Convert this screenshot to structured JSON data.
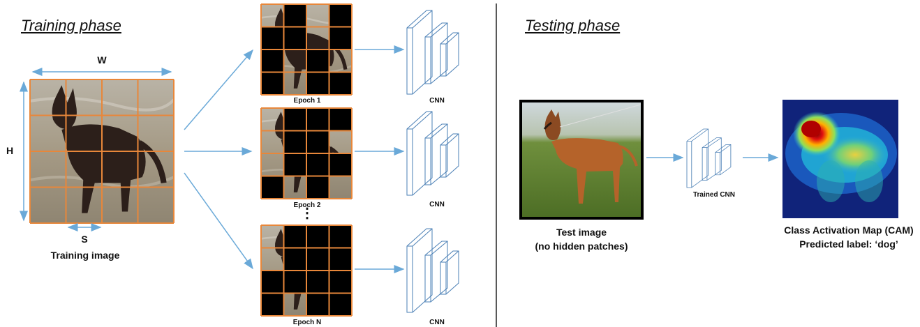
{
  "training": {
    "phase_title": "Training phase",
    "width_label": "W",
    "height_label": "H",
    "patch_label": "S",
    "image_caption": "Training image",
    "epochs": [
      {
        "label": "Epoch 1",
        "cnn_label": "CNN",
        "mask": [
          [
            0,
            1,
            0,
            1
          ],
          [
            1,
            1,
            0,
            1
          ],
          [
            1,
            0,
            1,
            0
          ],
          [
            1,
            0,
            1,
            1
          ]
        ]
      },
      {
        "label": "Epoch 2",
        "cnn_label": "CNN",
        "mask": [
          [
            0,
            1,
            1,
            1
          ],
          [
            0,
            1,
            1,
            0
          ],
          [
            0,
            1,
            1,
            1
          ],
          [
            1,
            0,
            1,
            0
          ]
        ]
      },
      {
        "label": "Epoch N",
        "cnn_label": "CNN",
        "mask": [
          [
            0,
            1,
            1,
            1
          ],
          [
            0,
            1,
            1,
            1
          ],
          [
            1,
            1,
            1,
            1
          ],
          [
            1,
            0,
            1,
            1
          ]
        ]
      }
    ],
    "ellipsis": "⋮"
  },
  "testing": {
    "phase_title": "Testing phase",
    "test_caption_line1": "Test image",
    "test_caption_line2": "(no hidden patches)",
    "trained_cnn_label": "Trained CNN",
    "cam_caption_line1": "Class Activation Map (CAM)",
    "cam_caption_line2": "Predicted label: ‘dog’"
  },
  "colors": {
    "grid_line": "#e8873a",
    "arrow": "#6aa9d8",
    "cnn_stroke": "#4a7fb5",
    "divider": "#222222",
    "mask": "#000000"
  }
}
